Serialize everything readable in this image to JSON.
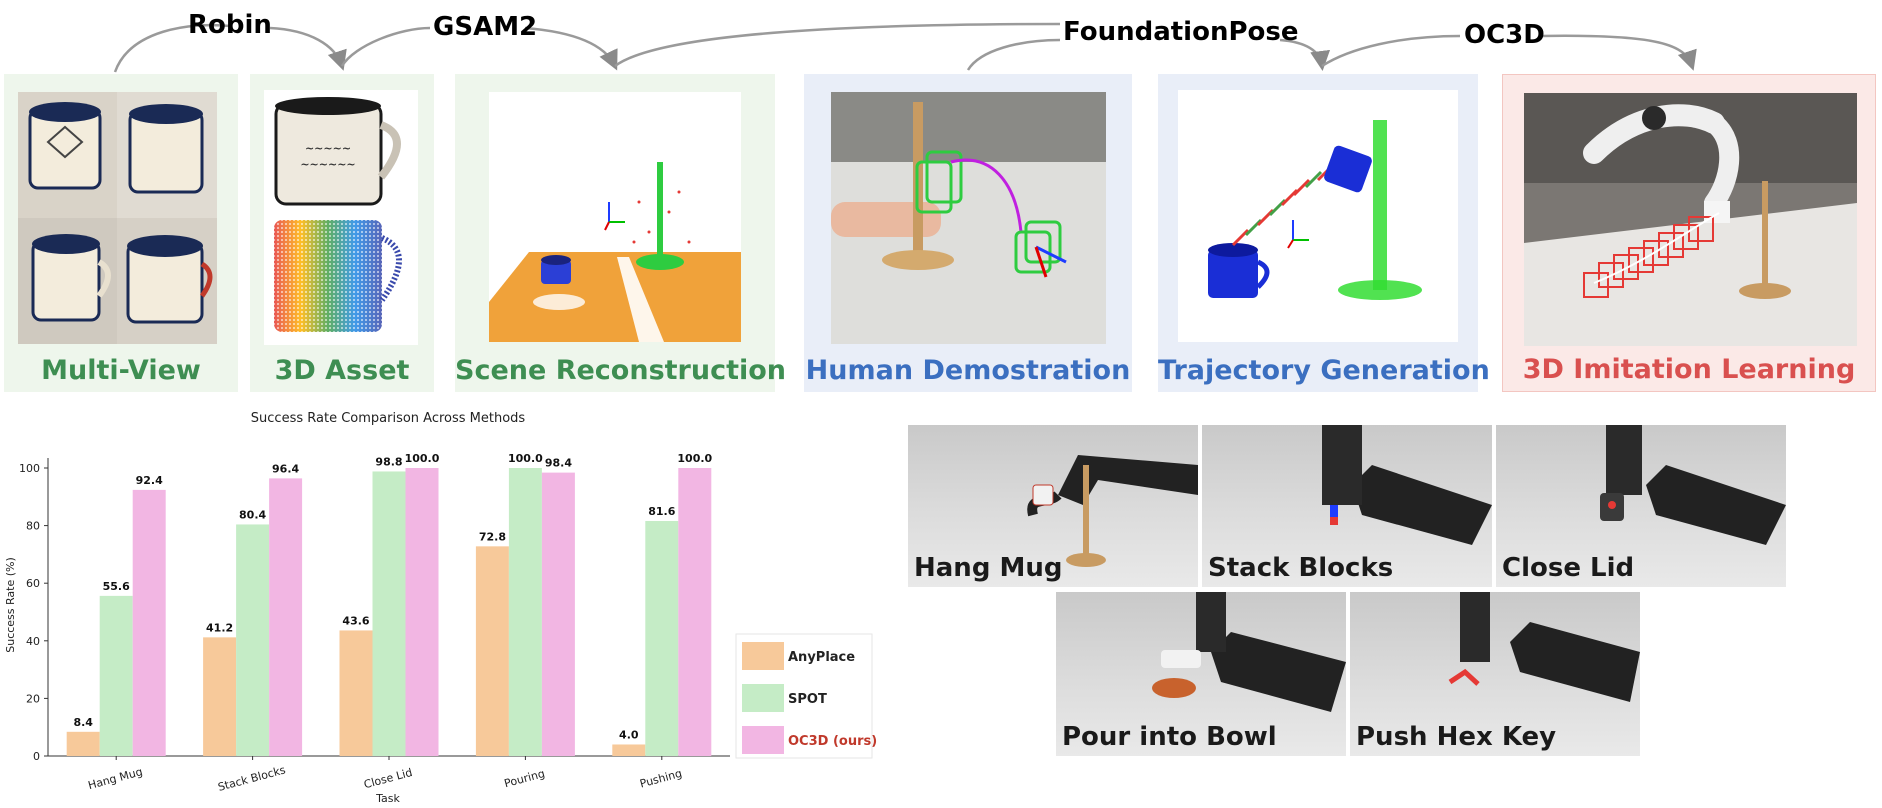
{
  "pipeline": {
    "tools": [
      {
        "label": "Robin",
        "color": "#3e8e52"
      },
      {
        "label": "GSAM2",
        "color": "#3e8e52"
      },
      {
        "label": "FoundationPose",
        "color": "#3b6fc0"
      },
      {
        "label": "OC3D",
        "color": "#d9504f"
      }
    ],
    "stages": [
      {
        "label": "Multi-View",
        "color": "#3e8e52"
      },
      {
        "label": "3D Asset",
        "color": "#3e8e52"
      },
      {
        "label": "Scene Reconstruction",
        "color": "#3e8e52"
      },
      {
        "label": "Human Demostration",
        "color": "#3b6fc0"
      },
      {
        "label": "Trajectory Generation",
        "color": "#3b6fc0"
      },
      {
        "label": "3D Imitation Learning",
        "color": "#d9504f"
      }
    ],
    "colors": {
      "green_bg": "#eef6ec",
      "blue_bg": "#e9eef8",
      "red_bg": "#fbe9e7"
    }
  },
  "tasks": [
    "Hang Mug",
    "Stack Blocks",
    "Close Lid",
    "Pour into Bowl",
    "Push Hex Key"
  ],
  "chart_data": {
    "type": "bar",
    "title": "Success Rate Comparison Across Methods",
    "xlabel": "Task",
    "ylabel": "Success Rate (%)",
    "ylim": [
      0,
      100
    ],
    "yticks": [
      "0",
      "20",
      "40",
      "60",
      "80",
      "100"
    ],
    "categories": [
      "Hang Mug",
      "Stack Blocks",
      "Close Lid",
      "Pouring",
      "Pushing"
    ],
    "series": [
      {
        "name": "AnyPlace",
        "color": "#f7c99a",
        "values": [
          8.4,
          41.2,
          43.6,
          72.8,
          4.0
        ],
        "labels": [
          "8.4",
          "41.2",
          "43.6",
          "72.8",
          "4.0"
        ]
      },
      {
        "name": "SPOT",
        "color": "#c5ecc6",
        "values": [
          55.6,
          80.4,
          98.8,
          100.0,
          81.6
        ],
        "labels": [
          "55.6",
          "80.4",
          "98.8",
          "100.0",
          "81.6"
        ]
      },
      {
        "name": "OC3D (ours)",
        "color": "#f2b6e3",
        "values": [
          92.4,
          96.4,
          100.0,
          98.4,
          100.0
        ],
        "labels": [
          "92.4",
          "96.4",
          "100.0",
          "98.4",
          "100.0"
        ]
      }
    ],
    "legend": "right",
    "grid": false
  }
}
